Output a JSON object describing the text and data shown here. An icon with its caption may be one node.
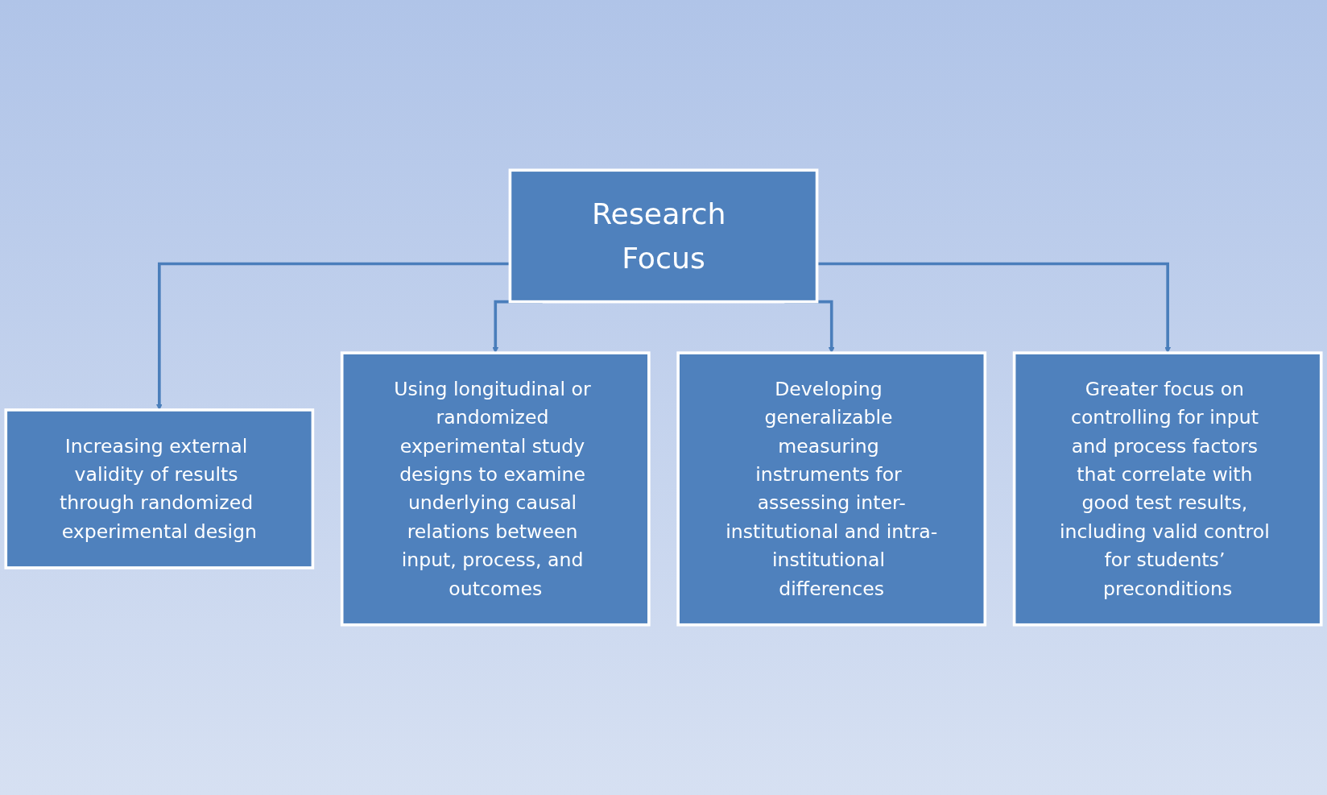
{
  "diagram": {
    "nodes": [
      {
        "text": [
          "Research Focus"
        ]
      },
      {
        "text": [
          "Increasing external validity of results through randomized experimental design"
        ]
      },
      {
        "text": [
          "Using longitudinal or randomized experimental study designs to examine underlying causal relations between input, process, and outcomes"
        ]
      },
      {
        "text": [
          "Developing generalizable measuring instruments for assessing inter-institutional and intra-institutional differences"
        ]
      },
      {
        "text": [
          "Greater focus on controlling for input and process factors that correlate with good test results, including valid control for students’ preconditions"
        ]
      }
    ],
    "edges": [
      {
        "from": 0,
        "to": 1,
        "arrow": "to"
      },
      {
        "from": 0,
        "to": 2,
        "arrow": "to"
      },
      {
        "from": 0,
        "to": 3,
        "arrow": "to"
      },
      {
        "from": 0,
        "to": 4,
        "arrow": "to"
      }
    ]
  }
}
